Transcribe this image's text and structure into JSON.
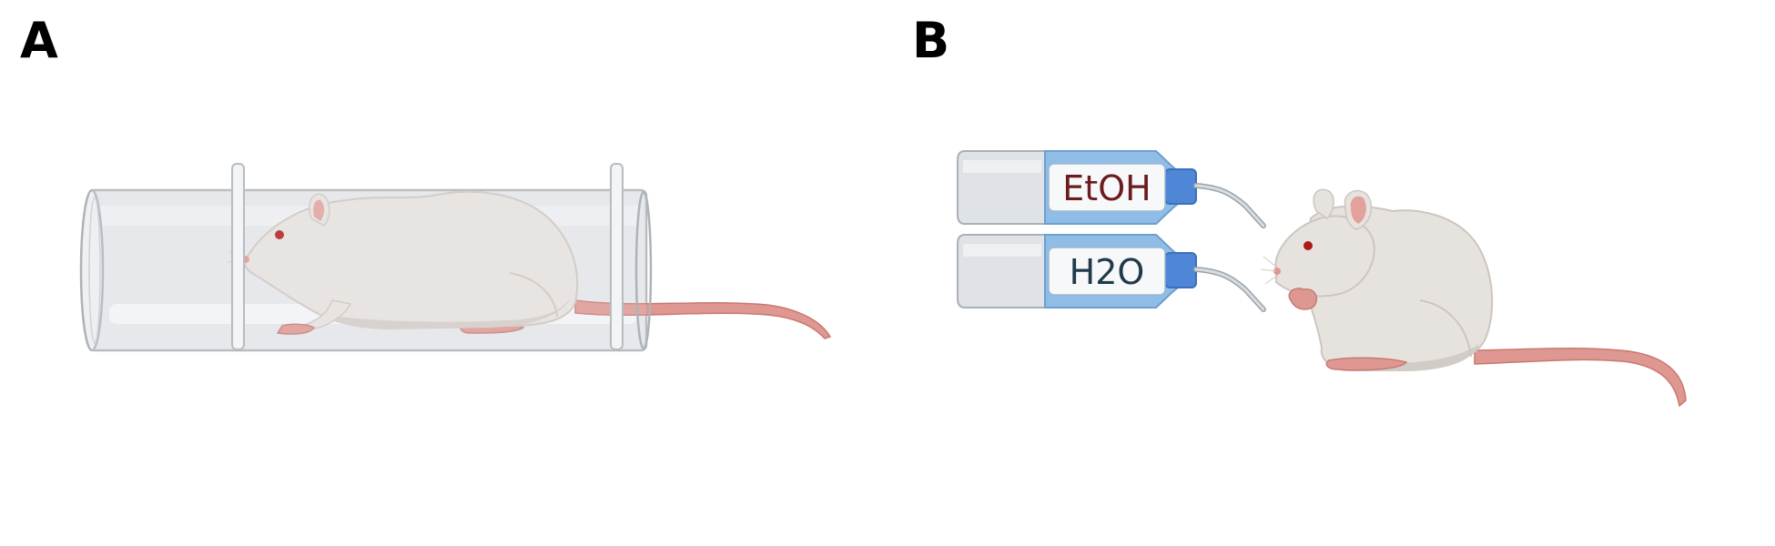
{
  "panels": {
    "a": {
      "label": "A"
    },
    "b": {
      "label": "B"
    }
  },
  "bottles": {
    "top": {
      "label": "EtOH",
      "text_color": "#6b1d1d"
    },
    "bottom": {
      "label": "H2O",
      "text_color": "#1f3a4a"
    }
  },
  "colors": {
    "rodent_body": "#e6e2de",
    "rodent_shade": "#d2ccc6",
    "rodent_skin": "#df9791",
    "eye": "#b01818",
    "bottle_blue": "#8fbde6",
    "cap_blue": "#4f86d6",
    "tube": "#e3e6ea"
  }
}
